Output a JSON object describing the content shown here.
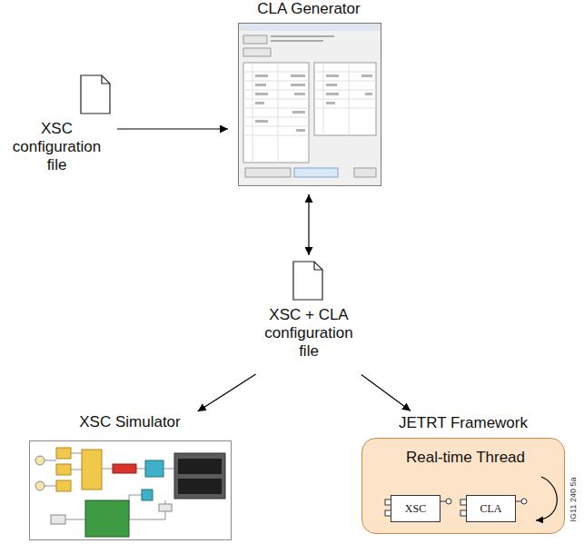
{
  "diagram": {
    "nodes": [
      {
        "text": [
          "CLA Generator"
        ]
      },
      {
        "text": [
          "XSC configuration file"
        ]
      },
      {
        "text": [
          "XSC + CLA configuration file"
        ]
      },
      {
        "text": [
          "XSC Simulator"
        ]
      },
      {
        "text": [
          "JETRT Framework",
          "Real-time Thread"
        ]
      },
      {
        "text": [
          "XSC"
        ],
        "in": 4
      },
      {
        "text": [
          "CLA"
        ],
        "in": 4
      }
    ],
    "edges": [
      {
        "from": 1,
        "to": 0,
        "arrow": "to"
      },
      {
        "from": 0,
        "to": 2,
        "arrow": "both"
      },
      {
        "from": 2,
        "to": 3,
        "arrow": "to"
      },
      {
        "from": 2,
        "to": 4,
        "arrow": "to"
      }
    ],
    "labels": [
      "IG11 240 5a"
    ]
  }
}
